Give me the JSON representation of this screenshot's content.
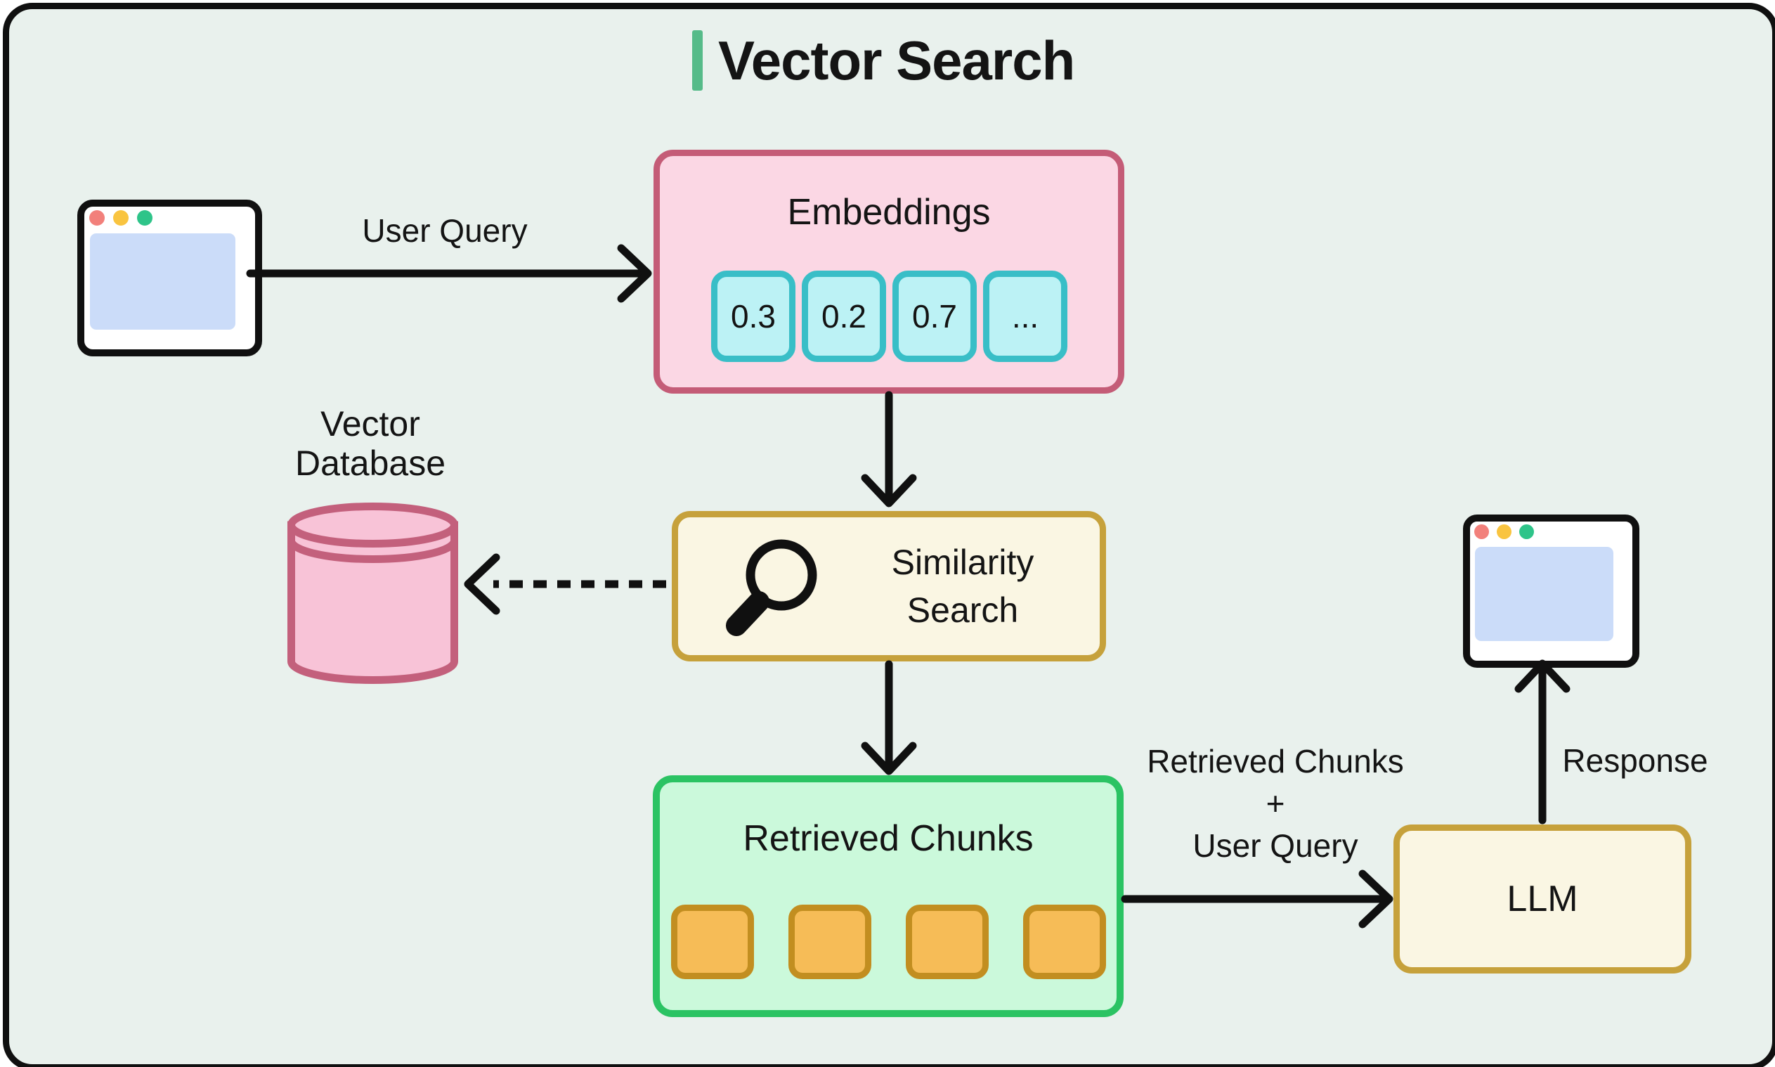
{
  "title": {
    "text": "Vector Search"
  },
  "colors": {
    "canvas": "#E9F1ED",
    "frame_border": "#101010",
    "ink": "#141414",
    "line": "#101010",
    "accent": "#56BB89",
    "pink_fill": "#FBD7E4",
    "pink_border": "#C45C77",
    "chip_fill": "#BCF2F5",
    "chip_border": "#39BEC7",
    "cream_fill": "#FAF6E3",
    "gold_border": "#C6A13B",
    "mint_fill": "#CBF9DB",
    "green_border": "#2BC363",
    "orange_fill": "#F6BC57",
    "orange_border": "#C28E20",
    "db_fill": "#F8C3D7",
    "db_border": "#C3607C",
    "window_blue": "#CBDCF9",
    "dot_red": "#F2807B",
    "dot_yellow": "#F9C440",
    "dot_green": "#2EC489"
  },
  "nodes": {
    "user_window": {
      "icon": "browser-window-icon"
    },
    "embeddings": {
      "label": "Embeddings",
      "chips": [
        "0.3",
        "0.2",
        "0.7",
        "..."
      ]
    },
    "vector_database": {
      "icon": "database-cylinder-icon",
      "lines": [
        "Vector",
        "Database"
      ]
    },
    "similarity_search": {
      "icon": "search-icon",
      "lines": [
        "Similarity",
        "Search"
      ]
    },
    "retrieved_chunks": {
      "label": "Retrieved Chunks",
      "chunk_count": 4
    },
    "llm": {
      "label": "LLM"
    },
    "output_window": {
      "icon": "browser-window-icon"
    }
  },
  "edges": {
    "user_query": {
      "label": "User Query"
    },
    "retrieved_plus_query": {
      "lines": [
        "Retrieved Chunks",
        "+",
        "User Query"
      ]
    },
    "response": {
      "label": "Response"
    }
  }
}
